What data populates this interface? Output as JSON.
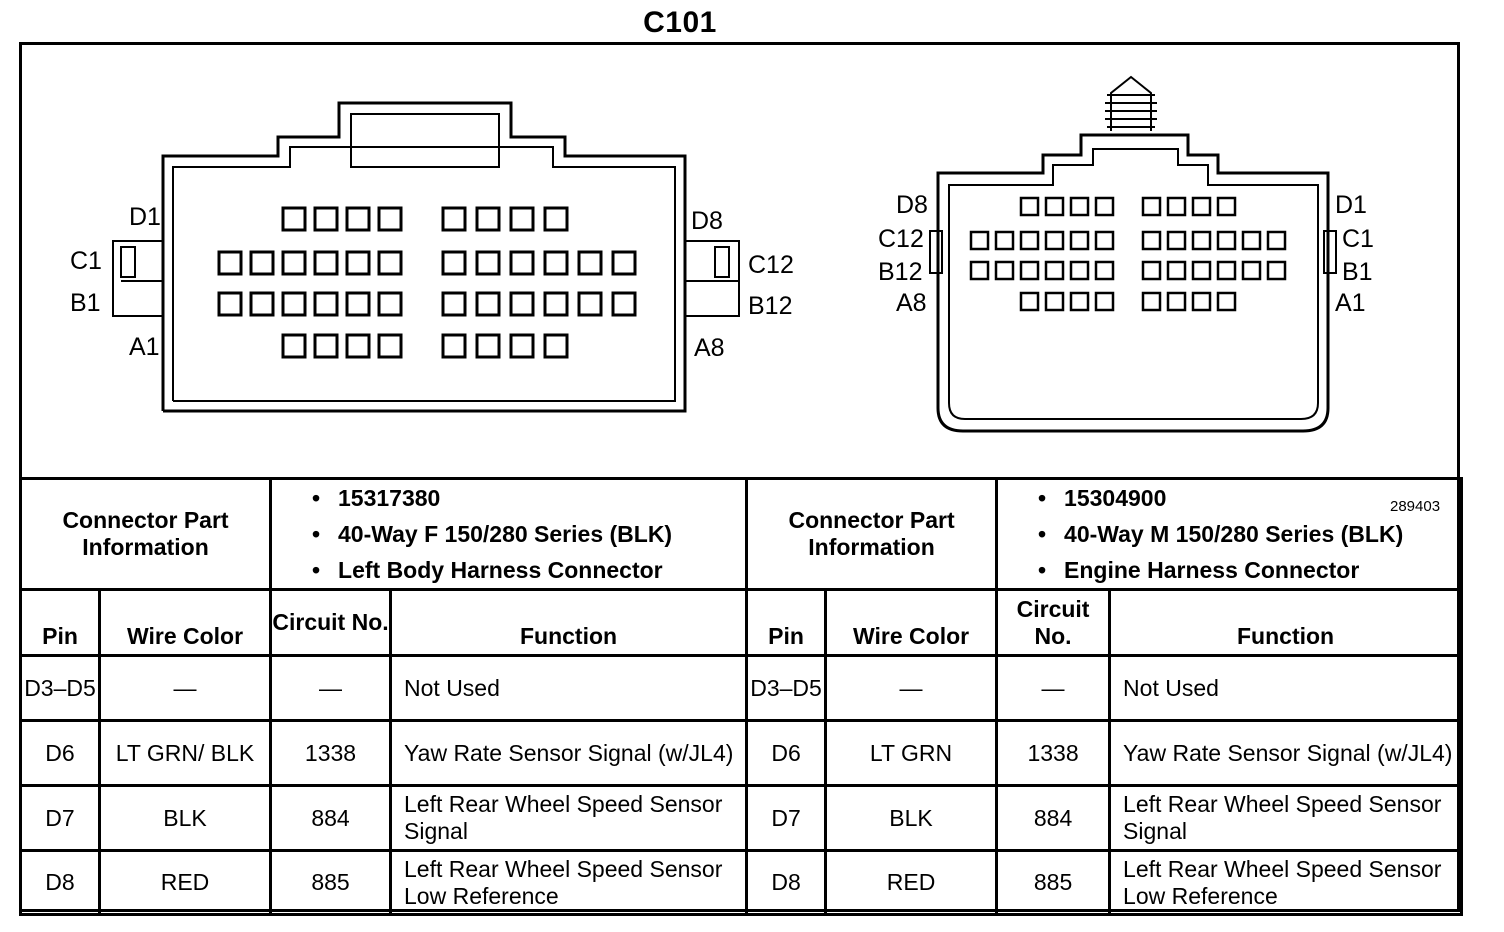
{
  "title": "C101",
  "figure_number": "289403",
  "left_connector": {
    "labels": {
      "d1": "D1",
      "c1": "C1",
      "b1": "B1",
      "a1": "A1",
      "d8": "D8",
      "c12": "C12",
      "b12": "B12",
      "a8": "A8"
    },
    "part_info_label": "Connector Part Information",
    "part_info": [
      "15317380",
      "40-Way F 150/280 Series (BLK)",
      "Left Body Harness Connector"
    ],
    "headers": {
      "pin": "Pin",
      "wire_color": "Wire Color",
      "circuit": "Circuit No.",
      "function": "Function"
    },
    "rows": [
      {
        "pin": "D3–D5",
        "wire": "—",
        "circuit": "—",
        "function": "Not Used"
      },
      {
        "pin": "D6",
        "wire": "LT GRN/ BLK",
        "circuit": "1338",
        "function": "Yaw Rate Sensor Signal (w/JL4)"
      },
      {
        "pin": "D7",
        "wire": "BLK",
        "circuit": "884",
        "function": "Left Rear Wheel Speed Sensor Signal"
      },
      {
        "pin": "D8",
        "wire": "RED",
        "circuit": "885",
        "function": "Left Rear Wheel Speed Sensor Low Reference"
      }
    ]
  },
  "right_connector": {
    "labels": {
      "d8": "D8",
      "c12": "C12",
      "b12": "B12",
      "a8": "A8",
      "d1": "D1",
      "c1": "C1",
      "b1": "B1",
      "a1": "A1"
    },
    "part_info_label": "Connector Part Information",
    "part_info": [
      "15304900",
      "40-Way M 150/280 Series (BLK)",
      "Engine Harness Connector"
    ],
    "headers": {
      "pin": "Pin",
      "wire_color": "Wire Color",
      "circuit": "Circuit No.",
      "function": "Function"
    },
    "rows": [
      {
        "pin": "D3–D5",
        "wire": "—",
        "circuit": "—",
        "function": "Not Used"
      },
      {
        "pin": "D6",
        "wire": "LT GRN",
        "circuit": "1338",
        "function": "Yaw Rate Sensor Signal (w/JL4)"
      },
      {
        "pin": "D7",
        "wire": "BLK",
        "circuit": "884",
        "function": "Left Rear Wheel Speed Sensor Signal"
      },
      {
        "pin": "D8",
        "wire": "RED",
        "circuit": "885",
        "function": "Left Rear Wheel Speed Sensor Low Reference"
      }
    ]
  }
}
